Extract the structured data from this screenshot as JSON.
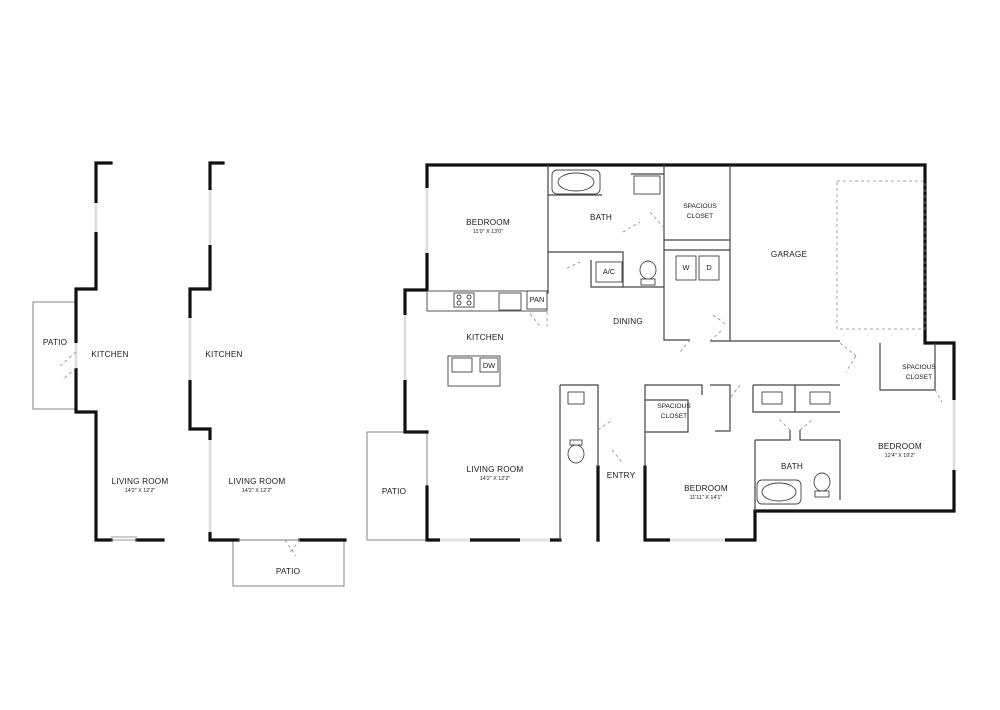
{
  "option_a": {
    "kitchen": "KITCHEN",
    "patio": "PATIO",
    "living_room": "LIVING ROOM",
    "living_room_dim": "14'2\" X 12'2\""
  },
  "option_b": {
    "kitchen": "KITCHEN",
    "living_room": "LIVING ROOM",
    "living_room_dim": "14'2\" X 12'2\"",
    "patio": "PATIO"
  },
  "main": {
    "bedroom_1": "BEDROOM",
    "bedroom_1_dim": "11'0\" X 13'0\"",
    "bath_1": "BATH",
    "spacious_closet_1_l1": "SPACIOUS",
    "spacious_closet_1_l2": "CLOSET",
    "ac": "A/C",
    "washer": "W",
    "dryer": "D",
    "garage": "GARAGE",
    "pantry": "PAN",
    "kitchen": "KITCHEN",
    "dishwasher": "DW",
    "dining": "DINING",
    "living_room": "LIVING ROOM",
    "living_room_dim": "14'2\" X 12'2\"",
    "patio": "PATIO",
    "entry": "ENTRY",
    "spacious_closet_2_l1": "SPACIOUS",
    "spacious_closet_2_l2": "CLOSET",
    "bedroom_2": "BEDROOM",
    "bedroom_2_dim": "11'11\" X 14'1\"",
    "bath_2": "BATH",
    "spacious_closet_3_l1": "SPACIOUS",
    "spacious_closet_3_l2": "CLOSET",
    "bedroom_3": "BEDROOM",
    "bedroom_3_dim": "12'4\" X 19'2\""
  }
}
